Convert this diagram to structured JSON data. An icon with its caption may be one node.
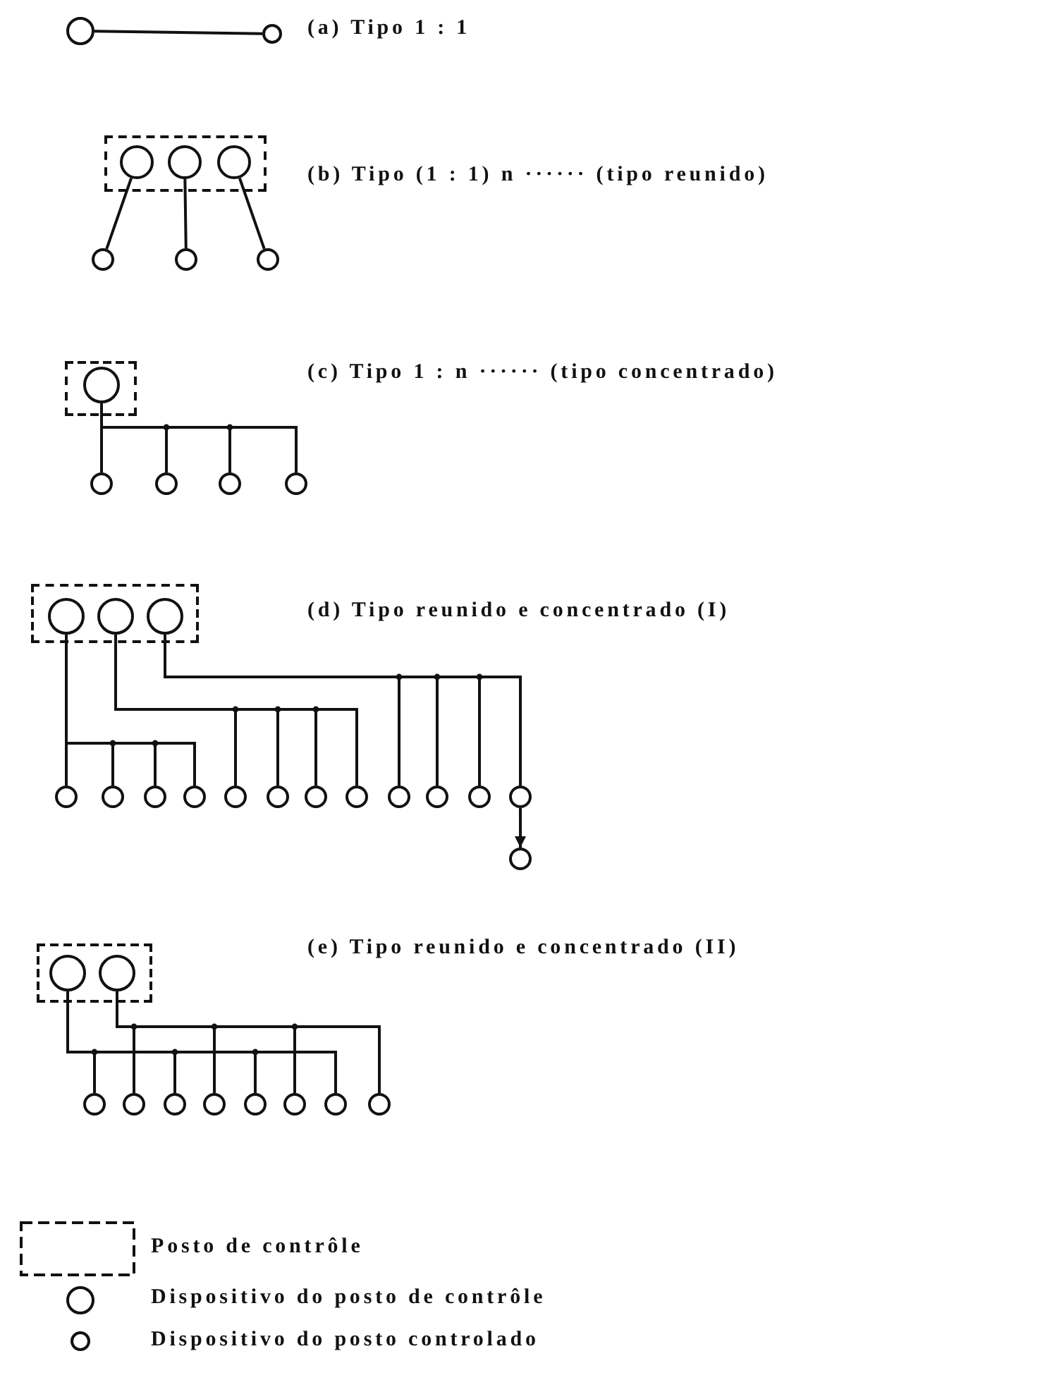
{
  "diagram": {
    "nodes": [
      {
        "text": [],
        "shape": "circle"
      },
      {
        "text": [],
        "shape": "circle"
      },
      {
        "text": [],
        "shape": "box"
      },
      {
        "text": [],
        "shape": "circle",
        "in": 2
      },
      {
        "text": [],
        "shape": "circle",
        "in": 2
      },
      {
        "text": [],
        "shape": "circle",
        "in": 2
      },
      {
        "text": [],
        "shape": "circle"
      },
      {
        "text": [],
        "shape": "circle"
      },
      {
        "text": [],
        "shape": "circle"
      },
      {
        "text": [],
        "shape": "box"
      },
      {
        "text": [],
        "shape": "circle",
        "in": 9
      },
      {
        "text": [],
        "shape": "circle"
      },
      {
        "text": [],
        "shape": "circle"
      },
      {
        "text": [],
        "shape": "circle"
      },
      {
        "text": [],
        "shape": "circle"
      },
      {
        "text": [],
        "shape": "box"
      },
      {
        "text": [],
        "shape": "circle",
        "in": 15
      },
      {
        "text": [],
        "shape": "circle",
        "in": 15
      },
      {
        "text": [],
        "shape": "circle",
        "in": 15
      },
      {
        "text": [],
        "shape": "circle"
      },
      {
        "text": [],
        "shape": "circle"
      },
      {
        "text": [],
        "shape": "circle"
      },
      {
        "text": [],
        "shape": "circle"
      },
      {
        "text": [],
        "shape": "circle"
      },
      {
        "text": [],
        "shape": "circle"
      },
      {
        "text": [],
        "shape": "circle"
      },
      {
        "text": [],
        "shape": "circle"
      },
      {
        "text": [],
        "shape": "circle"
      },
      {
        "text": [],
        "shape": "circle"
      },
      {
        "text": [],
        "shape": "circle"
      },
      {
        "text": [],
        "shape": "circle"
      },
      {
        "text": [],
        "shape": "circle"
      },
      {
        "text": [],
        "shape": "box"
      },
      {
        "text": [],
        "shape": "circle",
        "in": 32
      },
      {
        "text": [],
        "shape": "circle",
        "in": 32
      },
      {
        "text": [],
        "shape": "circle"
      },
      {
        "text": [],
        "shape": "circle"
      },
      {
        "text": [],
        "shape": "circle"
      },
      {
        "text": [],
        "shape": "circle"
      },
      {
        "text": [],
        "shape": "circle"
      },
      {
        "text": [],
        "shape": "circle"
      },
      {
        "text": [],
        "shape": "circle"
      },
      {
        "text": [],
        "shape": "circle"
      }
    ],
    "edges": [
      {
        "from": 0,
        "to": 1,
        "arrow": "none"
      },
      {
        "from": 3,
        "to": 6,
        "arrow": "none"
      },
      {
        "from": 4,
        "to": 7,
        "arrow": "none"
      },
      {
        "from": 5,
        "to": 8,
        "arrow": "none"
      },
      {
        "from": 10,
        "to": 11,
        "arrow": "none"
      },
      {
        "from": 10,
        "to": 12,
        "arrow": "none"
      },
      {
        "from": 10,
        "to": 13,
        "arrow": "none"
      },
      {
        "from": 10,
        "to": 14,
        "arrow": "none"
      },
      {
        "from": 16,
        "to": 19,
        "arrow": "none"
      },
      {
        "from": 16,
        "to": 20,
        "arrow": "none"
      },
      {
        "from": 16,
        "to": 21,
        "arrow": "none"
      },
      {
        "from": 16,
        "to": 22,
        "arrow": "none"
      },
      {
        "from": 17,
        "to": 23,
        "arrow": "none"
      },
      {
        "from": 17,
        "to": 24,
        "arrow": "none"
      },
      {
        "from": 17,
        "to": 25,
        "arrow": "none"
      },
      {
        "from": 17,
        "to": 26,
        "arrow": "none"
      },
      {
        "from": 18,
        "to": 27,
        "arrow": "none"
      },
      {
        "from": 18,
        "to": 28,
        "arrow": "none"
      },
      {
        "from": 18,
        "to": 29,
        "arrow": "none"
      },
      {
        "from": 18,
        "to": 30,
        "arrow": "none"
      },
      {
        "from": 30,
        "to": 31,
        "arrow": "to"
      },
      {
        "from": 33,
        "to": 35,
        "arrow": "none"
      },
      {
        "from": 33,
        "to": 37,
        "arrow": "none"
      },
      {
        "from": 33,
        "to": 39,
        "arrow": "none"
      },
      {
        "from": 33,
        "to": 41,
        "arrow": "none"
      },
      {
        "from": 34,
        "to": 36,
        "arrow": "none"
      },
      {
        "from": 34,
        "to": 38,
        "arrow": "none"
      },
      {
        "from": 34,
        "to": 40,
        "arrow": "none"
      },
      {
        "from": 34,
        "to": 42,
        "arrow": "none"
      }
    ],
    "labels": [
      "(a) Tipo 1 : 1",
      "(b) Tipo (1 : 1) n ······ (tipo reunido)",
      "(c) Tipo 1 : n ······ (tipo concentrado)",
      "(d) Tipo reunido e concentrado (I)",
      "(e) Tipo reunido e concentrado (II)"
    ],
    "legend": [
      {
        "text": "Posto de contrôle"
      },
      {
        "text": "Dispositivo do posto de contrôle"
      },
      {
        "text": "Dispositivo do posto controlado"
      }
    ]
  }
}
